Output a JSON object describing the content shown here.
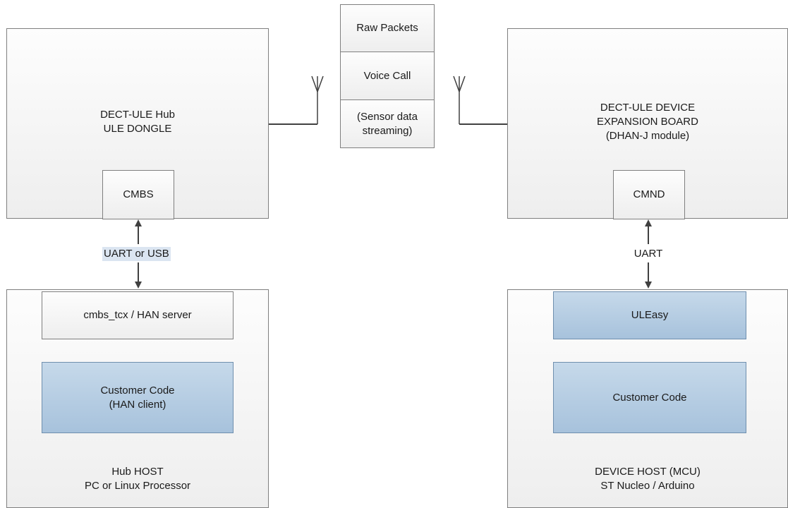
{
  "hub": {
    "line1": "DECT-ULE Hub",
    "line2": "ULE DONGLE",
    "cmbs": "CMBS"
  },
  "device": {
    "line1": "DECT-ULE DEVICE",
    "line2": "EXPANSION BOARD",
    "line3": "(DHAN-J module)",
    "cmnd": "CMND"
  },
  "services": {
    "raw_packets": "Raw Packets",
    "voice_call": "Voice Call",
    "sensor_line1": "(Sensor data",
    "sensor_line2": "streaming)"
  },
  "links": {
    "hub_link": "UART or USB",
    "device_link": "UART"
  },
  "hub_host": {
    "server": "cmbs_tcx / HAN server",
    "customer_line1": "Customer Code",
    "customer_line2": "(HAN client)",
    "title_line1": "Hub HOST",
    "title_line2": "PC or Linux Processor"
  },
  "device_host": {
    "uleasy": "ULEasy",
    "customer": "Customer Code",
    "title_line1": "DEVICE HOST (MCU)",
    "title_line2": "ST Nucleo / Arduino"
  },
  "colors": {
    "module_fill": "#a7c2dc",
    "link_highlight": "#dbe5f1",
    "line": "#404040"
  }
}
